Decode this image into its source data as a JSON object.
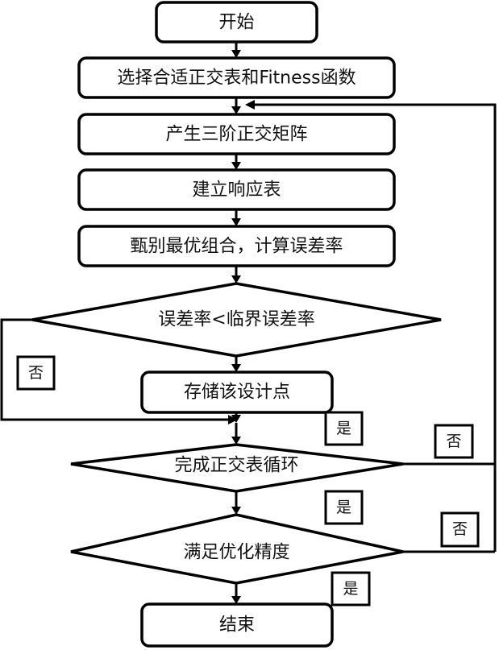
{
  "nodes": {
    "start": "开始",
    "select": "选择合适正交表和Fitness函数",
    "generate": "产生三阶正交矩阵",
    "response": "建立响应表",
    "identify": "甄别最优组合，计算误差率",
    "decision_error": "误差率<临界误差率",
    "store": "存储该设计点",
    "decision_loop": "完成正交表循环",
    "decision_precision": "满足优化精度",
    "end": "结束"
  },
  "labels": {
    "no_1": "否",
    "yes_1": "是",
    "no_2": "否",
    "yes_2": "是",
    "no_3": "否",
    "yes_3": "是"
  }
}
